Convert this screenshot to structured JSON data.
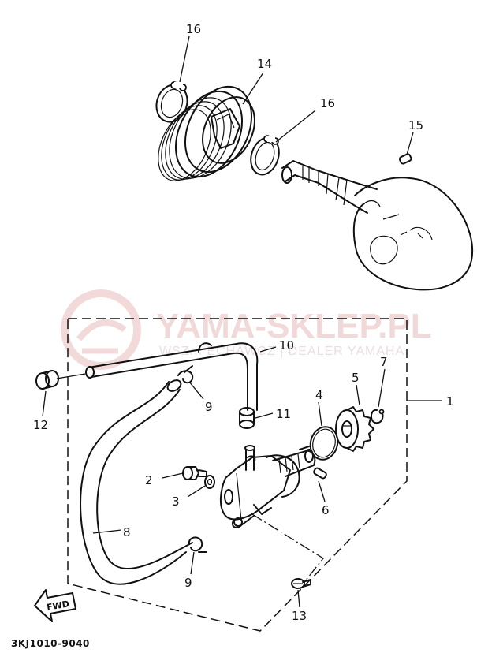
{
  "watermark": {
    "title": "YAMA-SKLEP.PL",
    "subtitle": "WSZ... ECHAWCZ | DEALER YAMAHA",
    "color": "#f1d9d9"
  },
  "diagram_code": "3KJ1010-9040",
  "fwd_label": "FWD",
  "callouts": {
    "c1": "1",
    "c2": "2",
    "c3": "3",
    "c4": "4",
    "c5": "5",
    "c6": "6",
    "c7": "7",
    "c8": "8",
    "c9a": "9",
    "c9b": "9",
    "c10": "10",
    "c11": "11",
    "c12": "12",
    "c13": "13",
    "c14": "14",
    "c15": "15",
    "c16a": "16",
    "c16b": "16"
  }
}
